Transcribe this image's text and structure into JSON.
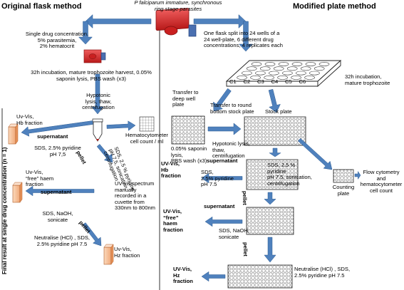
{
  "left": {
    "title": "Original flask method",
    "step_drug": [
      "Single drug concentration.",
      "5% parasitemia,",
      "2% hematocrit"
    ],
    "step_incubation": [
      "32h incubation, mature trophozoite harvest, 0.05%",
      "saponin lysis, PBS wash (x3)"
    ],
    "step_lysis": [
      "Hypotonic",
      "lysis, thaw,",
      "centrifugation"
    ],
    "hb_label": [
      "Uv-Vis,",
      "Hb fraction"
    ],
    "supernatant": "supernatant",
    "sds_pyridine": [
      "SDS, 2.5% pyridine",
      "pH 7,5"
    ],
    "hematocytometer": [
      "Hematocytometer",
      "cell count / ml"
    ],
    "pellet": "pellet",
    "rotated_sds": [
      "SDS, 2.5 % pyridine",
      "pH 7.5, sonication,",
      "centrifugation"
    ],
    "free_haem": [
      "Uv-Vis,",
      "“free” haem",
      "fraction"
    ],
    "supernatant2": "supernatant",
    "uv_spectrum": [
      "UV-vis spectrum",
      "manually",
      "recorded in a",
      "cuvette from",
      "330nm to 800nm"
    ],
    "sds_naoh": [
      "SDS, NaOH,",
      "sonicate"
    ],
    "pellet2": "pellet",
    "neutralise": [
      "Neutralise (HCl) , SDS,",
      "2.5% pyridine pH 7.5"
    ],
    "hz_label": [
      "Uv-Vis,",
      "Hz fraction"
    ],
    "final_result": "Final result at single drug concentration (n = 1)"
  },
  "top": {
    "parasite": [
      "P falciparum immature, synchronous",
      "ring stage parasites"
    ]
  },
  "right": {
    "title": "Modified plate method",
    "split": [
      "One flask split into 24 wells of a",
      "24 well-plate, 6 different drug",
      "concentrations, 4 replicates each"
    ],
    "columns": [
      "C1",
      "C2",
      "C3",
      "C4",
      "C5",
      "C6"
    ],
    "incubation": [
      "32h incubation,",
      "mature trophozoite"
    ],
    "transfer_deep": [
      "Transfer to",
      "deep well",
      "plate"
    ],
    "transfer_round": [
      "Transfer to round",
      "bottom  stock plate"
    ],
    "stock_plate": "Stock plate",
    "saponin": [
      "0.05% saponin",
      "lysis,",
      "PBS wash (x3)"
    ],
    "hypotonic": [
      "Hypotonic lysis,",
      "thaw,",
      "centrifugation"
    ],
    "hb_fraction": [
      "UV-Vis,",
      "Hb",
      "fraction"
    ],
    "supernatant": "supernatant",
    "sds_pyridine": [
      "SDS,",
      "2.5% pyridine",
      "pH 7.5"
    ],
    "sds_sonication": [
      "SDS, 2,5 %",
      "pyridine",
      "pH 7.5, sonication,",
      "centrifugation"
    ],
    "counting_plate": [
      "Counting",
      "plate"
    ],
    "flow": [
      "Flow cytometry",
      "and",
      "hematocytometer",
      "cell count"
    ],
    "pellet": "pellet",
    "supernatant2": "supernatant",
    "free_haem": [
      "UV-Vis,",
      "“free”",
      "haem",
      "fraction"
    ],
    "sds_naoh": [
      "SDS, NaOH,",
      "sonicate"
    ],
    "pellet2": "pellet",
    "hz_fraction": [
      "UV-Vis,",
      "Hz",
      "fraction"
    ],
    "neutralise": [
      "Neutralise (HCl) , SDS,",
      "2.5% pyridine pH 7.5"
    ]
  },
  "colors": {
    "arrow": "#4f81bd",
    "flask_red": "#d62b2b",
    "tube_fill": "#f7c9a6",
    "divider": "#333333"
  }
}
